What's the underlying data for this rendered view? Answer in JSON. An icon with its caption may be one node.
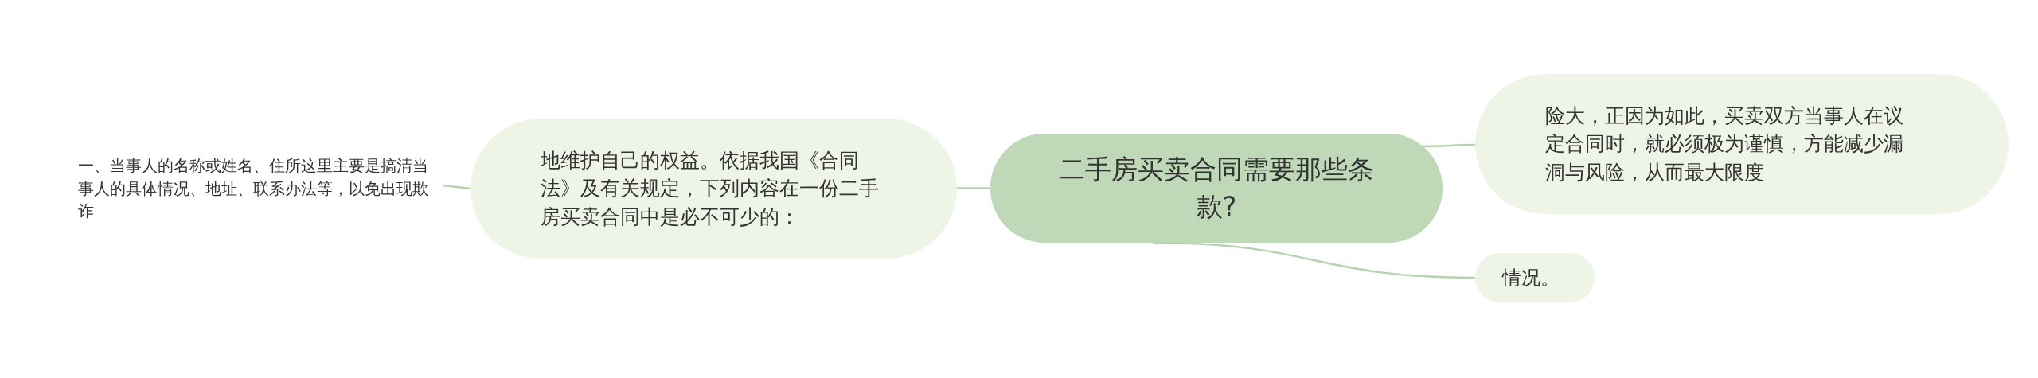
{
  "diagram": {
    "nodes": [
      {
        "text": [
          "二手房买卖合同需要那些条款?"
        ]
      },
      {
        "text": [
          "地维护自己的权益。依据我国《合同法》及有关规定，下列内容在一份二手房买卖合同中是必不可少的："
        ]
      },
      {
        "text": [
          "一、当事人的名称或姓名、住所这里主要是搞清当事人的具体情况、地址、联系办法等，以免出现欺诈"
        ]
      },
      {
        "text": [
          "险大，正因为如此，买卖双方当事人在议定合同时，就必须极为谨慎，方能减少漏洞与风险，从而最大限度"
        ]
      },
      {
        "text": [
          "情况。"
        ]
      }
    ],
    "edges": [
      {
        "from": 0,
        "to": 1,
        "arrow": "none"
      },
      {
        "from": 1,
        "to": 2,
        "arrow": "none"
      },
      {
        "from": 0,
        "to": 3,
        "arrow": "none"
      },
      {
        "from": 0,
        "to": 4,
        "arrow": "none"
      }
    ]
  }
}
